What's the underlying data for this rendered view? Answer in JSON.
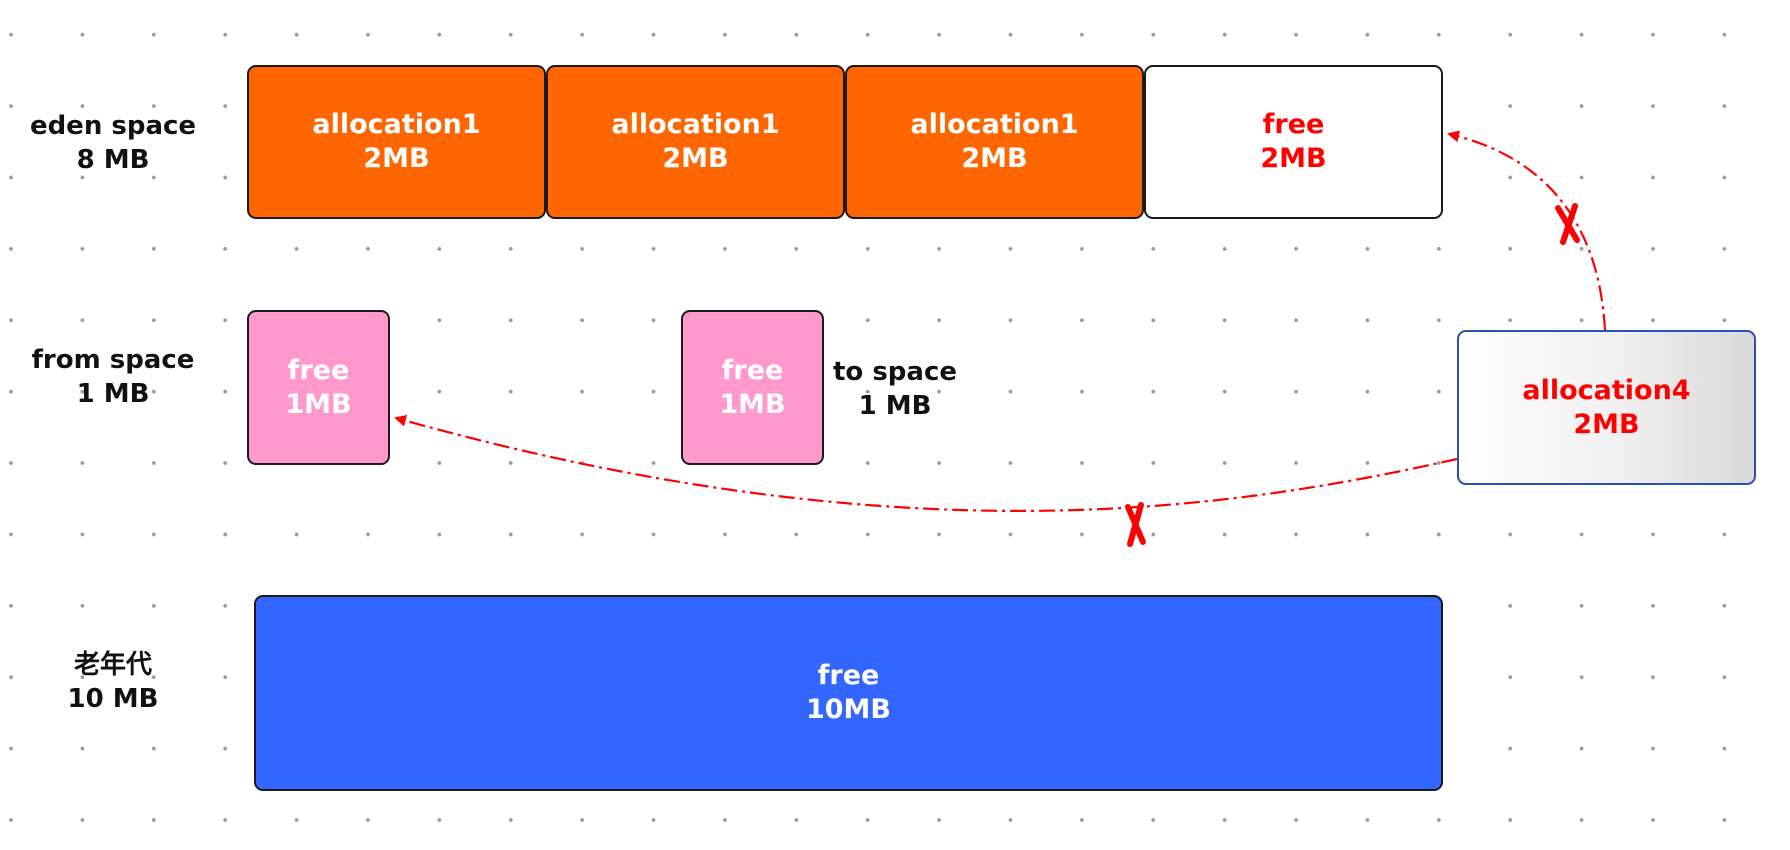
{
  "rows": {
    "eden": {
      "name": "eden space",
      "size": "8 MB"
    },
    "from": {
      "name": "from space",
      "size": "1 MB"
    },
    "to": {
      "name": "to space",
      "size": "1 MB"
    },
    "old": {
      "name": "老年代",
      "size": "10 MB"
    }
  },
  "eden_blocks": [
    {
      "name": "allocation1",
      "size": "2MB"
    },
    {
      "name": "allocation1",
      "size": "2MB"
    },
    {
      "name": "allocation1",
      "size": "2MB"
    },
    {
      "name": "free",
      "size": "2MB"
    }
  ],
  "from_block": {
    "name": "free",
    "size": "1MB"
  },
  "to_block": {
    "name": "free",
    "size": "1MB"
  },
  "old_block": {
    "name": "free",
    "size": "10MB"
  },
  "allocation4": {
    "name": "allocation4",
    "size": "2MB"
  },
  "colors": {
    "allocated": "#ff6600",
    "eden_free_text": "#ff0000",
    "survivor": "#ff99cc",
    "old_gen": "#3366ff",
    "failed_arrow": "#ff0000"
  },
  "arrows": [
    {
      "from": "allocation4",
      "to": "eden free 2MB",
      "status": "failed"
    },
    {
      "from": "allocation4",
      "to": "from space free 1MB",
      "status": "failed"
    }
  ]
}
